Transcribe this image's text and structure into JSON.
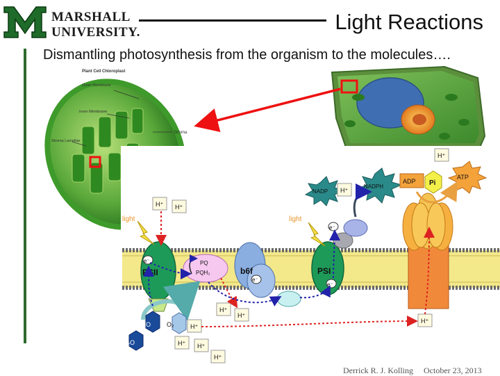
{
  "header": {
    "logo_line1": "MARSHALL",
    "logo_line2": "UNIVERSITY.",
    "title": "Light Reactions"
  },
  "subtitle": "Dismantling photosynthesis from the organism to the molecules….",
  "chloroplast": {
    "title": "Plant Cell Chloroplast",
    "outer_membrane": "Outer Membrane",
    "inner_membrane": "Inner Membrane",
    "stroma": "Stroma",
    "stroma_lamellae": "Stroma Lamellae"
  },
  "diagram": {
    "light_left": "light",
    "light_right": "light",
    "psii": "PSII",
    "psi": "PSI",
    "b6f": "b6f",
    "pq": "PQ",
    "pqh2": "PQH₂",
    "electron": "e⁻",
    "proton": "H⁺",
    "nadp": "NADP",
    "nadph": "NADPH",
    "adp": "ADP",
    "pi": "Pi",
    "atp": "ATP",
    "water": "H₂O",
    "oxygen": "O₂"
  },
  "footer": {
    "author": "Derrick R. J. Kolling",
    "date": "October 23, 2013"
  }
}
